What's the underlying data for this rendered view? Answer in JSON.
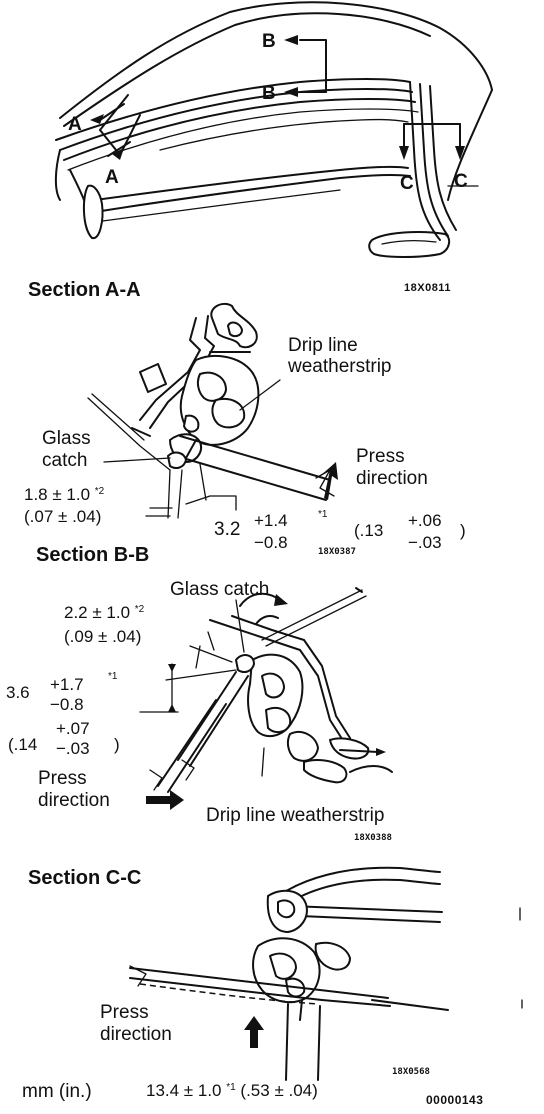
{
  "top_view": {
    "cut_a_left": "A",
    "cut_a_right": "A",
    "cut_b_top": "B",
    "cut_b_bottom": "B",
    "cut_c_left": "C",
    "cut_c_right": "C",
    "fig_code": "18X0811"
  },
  "section_aa": {
    "title": "Section A-A",
    "drip_label": "Drip line\nweatherstrip",
    "glass_catch": "Glass\ncatch",
    "press_label": "Press\ndirection",
    "dim1_mm": "1.8 ± 1.0",
    "dim1_note": "*2",
    "dim1_in": "(.07 ± .04)",
    "dim2_base": "3.2",
    "dim2_plus": "+1.4",
    "dim2_minus": "−0.8",
    "dim2_note": "*1",
    "dim2_in_base": "(.13",
    "dim2_in_plus": "+.06",
    "dim2_in_minus": "−.03",
    "dim2_in_close": ")",
    "fig_code": "18X0387"
  },
  "section_bb": {
    "title": "Section B-B",
    "glass_catch": "Glass catch",
    "dim1_mm": "2.2 ± 1.0",
    "dim1_note": "*2",
    "dim1_in": "(.09 ± .04)",
    "dim2_base": "3.6",
    "dim2_plus": "+1.7",
    "dim2_minus": "−0.8",
    "dim2_note": "*1",
    "dim2_in_base": "(.14",
    "dim2_in_plus": "+.07",
    "dim2_in_minus": "−.03",
    "dim2_in_close": ")",
    "press_label": "Press\ndirection",
    "drip_label": "Drip line weatherstrip",
    "fig_code": "18X0388"
  },
  "section_cc": {
    "title": "Section C-C",
    "press_label": "Press\ndirection",
    "fig_code": "18X0568"
  },
  "footer": {
    "units": "mm (in.)",
    "dim_mm": "13.4 ± 1.0",
    "dim_note": "*1",
    "dim_in": "(.53 ± .04)",
    "doc_number": "00000143"
  }
}
